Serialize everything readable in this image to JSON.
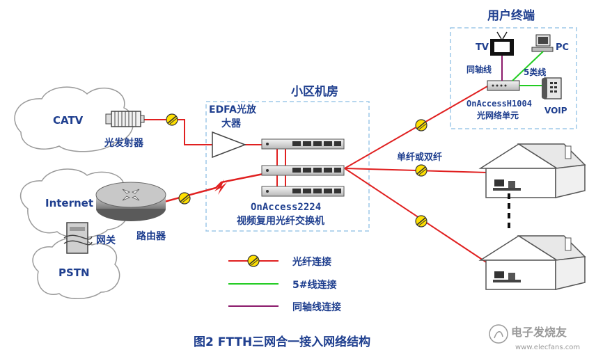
{
  "labels": {
    "catv": "CATV",
    "internet": "Internet",
    "pstn": "PSTN",
    "transmitter": "光发射器",
    "gateway": "网关",
    "router": "路由器",
    "edfa_line1": "EDFA光放",
    "edfa_line2": "大器",
    "district_room": "小区机房",
    "onaccess2224": "OnAccess2224",
    "switch_desc": "视频复用光纤交换机",
    "user_terminal": "用户终端",
    "tv": "TV",
    "pc": "PC",
    "coax": "同轴线",
    "cat5": "5类线",
    "onaccessh1004": "OnAccessH1004",
    "onu": "光网络单元",
    "voip": "VOIP",
    "single_dual_fiber": "单纤或双纤"
  },
  "legend": {
    "fiber": "光纤连接",
    "cat5": "5#线连接",
    "coax": "同轴线连接"
  },
  "colors": {
    "fiber": "#e02020",
    "cat5": "#22cc22",
    "coax": "#8b1a6b",
    "label": "#1f3f8f",
    "dashed_box": "#9ec8e8"
  },
  "caption": "图2 FTTH三网合一接入网络结构",
  "watermark": {
    "cn": "电子发烧友",
    "url": "www.elecfans.com"
  }
}
